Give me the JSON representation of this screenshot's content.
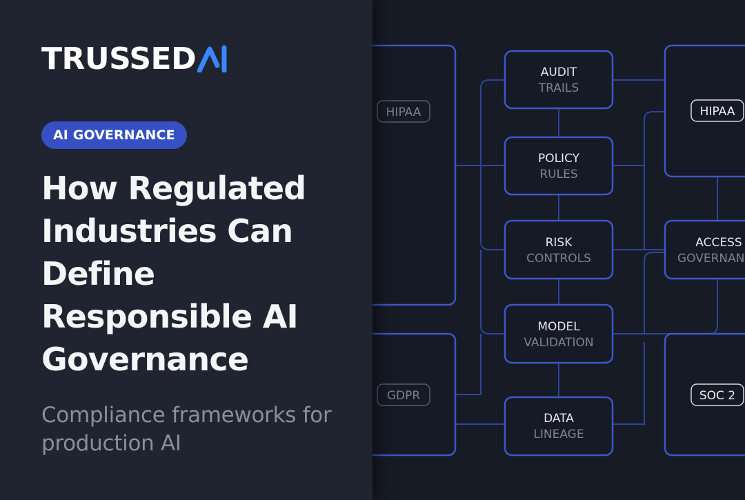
{
  "brand": {
    "name": "TRUSSED",
    "mark": "AI",
    "accent": "#3a86ff"
  },
  "badge": "AI GOVERNANCE",
  "headline": "How Regulated Industries Can Define Responsible AI Governance",
  "subtitle": "Compliance frameworks for production AI",
  "diagram": {
    "nodes": [
      {
        "line1": "AUDIT",
        "line2": "TRAILS"
      },
      {
        "line1": "POLICY",
        "line2": "RULES"
      },
      {
        "line1": "RISK",
        "line2": "CONTROLS"
      },
      {
        "line1": "MODEL",
        "line2": "VALIDATION"
      },
      {
        "line1": "DATA",
        "line2": "LINEAGE"
      },
      {
        "line1": "ACCESS",
        "line2": "GOVERNANCE"
      }
    ],
    "tags": [
      "HIPAA",
      "GDPR",
      "HIPAA",
      "SOC 2"
    ]
  }
}
